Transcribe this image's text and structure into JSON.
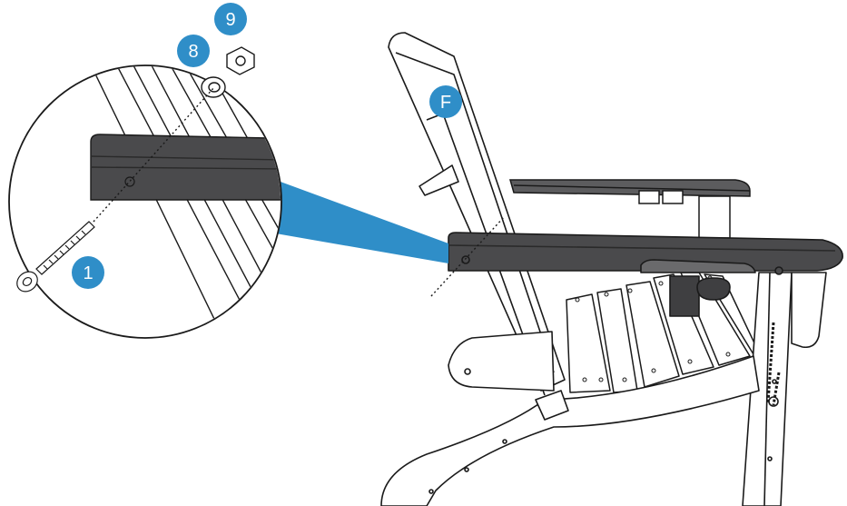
{
  "callouts": {
    "bolt": "1",
    "washer": "8",
    "nut": "9",
    "chair_back": "F"
  },
  "colors": {
    "callout_fill": "#2f8ec8",
    "callout_text": "#ffffff",
    "connector": "#2f8ec8",
    "armrest": "#4a4a4c",
    "armrest_top": "#5c5c5e",
    "line": "#1a1a1a",
    "background": "#ffffff"
  }
}
